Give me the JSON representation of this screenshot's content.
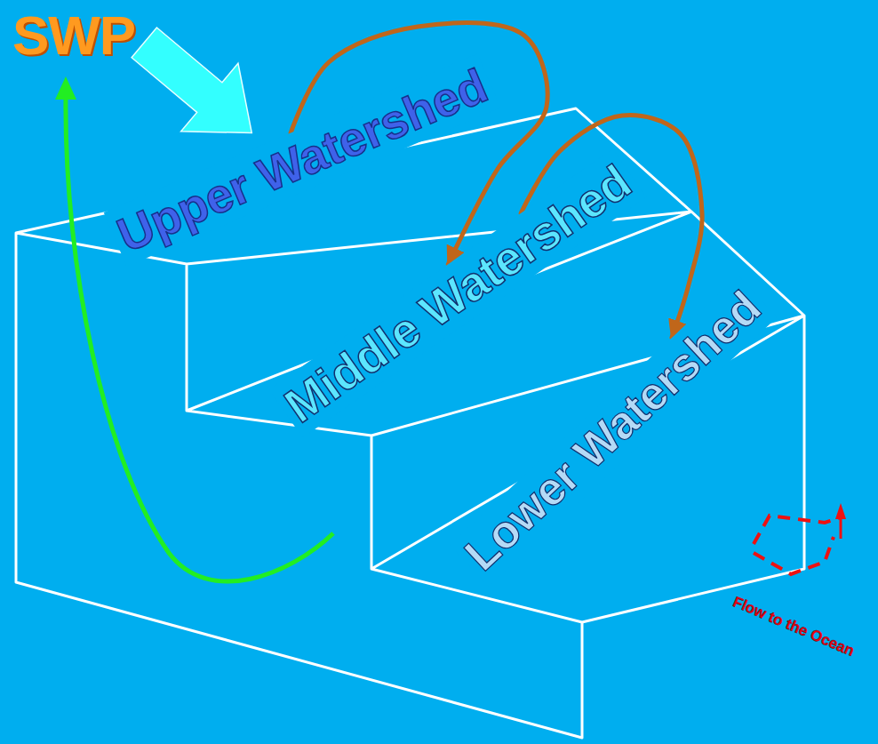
{
  "diagram": {
    "title": "SWP",
    "nodes": [
      {
        "text": [
          "Upper Watershed"
        ]
      },
      {
        "text": [
          "Middle Watershed"
        ]
      },
      {
        "text": [
          "Lower Watershed"
        ]
      }
    ],
    "edges": [
      {
        "from": 0,
        "to": 1,
        "arrow": "to"
      },
      {
        "from": 1,
        "to": 2,
        "arrow": "to"
      }
    ],
    "labels": [
      "Flow to the Ocean"
    ]
  }
}
